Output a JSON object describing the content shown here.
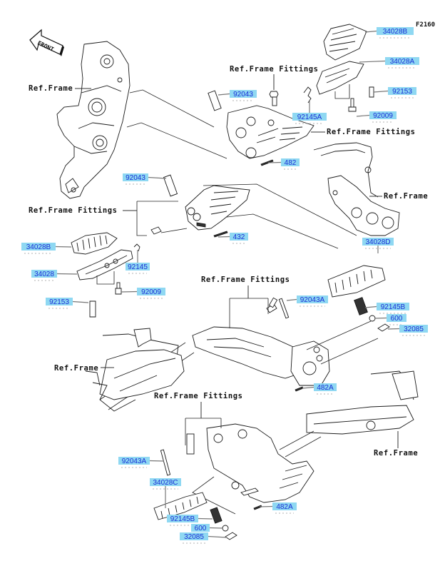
{
  "figure": {
    "id": "F2160",
    "front_arrow_label": "FRONT"
  },
  "ref_labels": {
    "frame_top_left": "Ref.Frame",
    "fittings_top": "Ref.Frame Fittings",
    "fittings_right": "Ref.Frame Fittings",
    "frame_right": "Ref.Frame",
    "fittings_left": "Ref.Frame Fittings",
    "fittings_middle": "Ref.Frame Fittings",
    "frame_mid_left": "Ref.Frame",
    "fittings_bottom": "Ref.Frame Fittings",
    "frame_bottom_right": "Ref.Frame"
  },
  "parts": [
    {
      "id": "p-34028B-top",
      "number": "34028B"
    },
    {
      "id": "p-34028A",
      "number": "34028A"
    },
    {
      "id": "p-92043-top",
      "number": "92043"
    },
    {
      "id": "p-92153-top",
      "number": "92153"
    },
    {
      "id": "p-92145A",
      "number": "92145A"
    },
    {
      "id": "p-92009-top",
      "number": "92009"
    },
    {
      "id": "p-482",
      "number": "482"
    },
    {
      "id": "p-92043-left",
      "number": "92043"
    },
    {
      "id": "p-432",
      "number": "432"
    },
    {
      "id": "p-34028B-left",
      "number": "34028B"
    },
    {
      "id": "p-34028D",
      "number": "34028D"
    },
    {
      "id": "p-92145",
      "number": "92145"
    },
    {
      "id": "p-34028",
      "number": "34028"
    },
    {
      "id": "p-92009-left",
      "number": "92009"
    },
    {
      "id": "p-92153-left",
      "number": "92153"
    },
    {
      "id": "p-92043A-mid",
      "number": "92043A"
    },
    {
      "id": "p-92145B-right",
      "number": "92145B"
    },
    {
      "id": "p-600-right",
      "number": "600"
    },
    {
      "id": "p-32085-right",
      "number": "32085"
    },
    {
      "id": "p-482A-mid",
      "number": "482A"
    },
    {
      "id": "p-92043A-bottom",
      "number": "92043A"
    },
    {
      "id": "p-34028C",
      "number": "34028C"
    },
    {
      "id": "p-482A-bottom",
      "number": "482A"
    },
    {
      "id": "p-92145B-bottom",
      "number": "92145B"
    },
    {
      "id": "p-600-bottom",
      "number": "600"
    },
    {
      "id": "p-32085-bottom",
      "number": "32085"
    }
  ]
}
